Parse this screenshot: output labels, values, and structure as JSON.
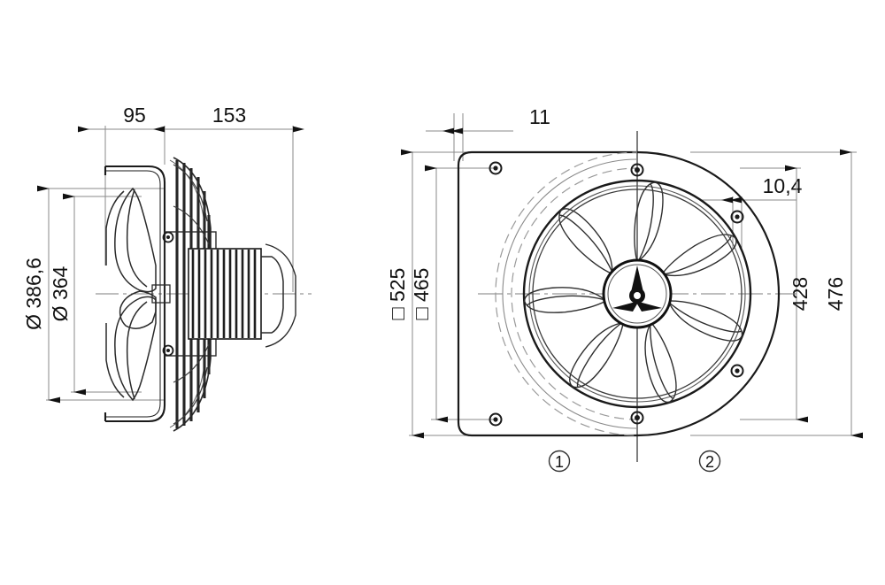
{
  "drawing": {
    "type": "technical-drawing",
    "title": "Axial fan wall-plate dimensional drawing",
    "units": "mm",
    "views": [
      {
        "name": "side-section-view",
        "position": "left"
      },
      {
        "name": "front-view",
        "position": "right"
      }
    ]
  },
  "side_view": {
    "dimensions": {
      "depth_front": {
        "value": "95",
        "orientation": "horizontal"
      },
      "depth_rear": {
        "value": "153",
        "orientation": "horizontal"
      },
      "impeller_outer": {
        "value": "Ø 386,6",
        "symbol": "diameter",
        "orientation": "vertical"
      },
      "impeller_inner": {
        "value": "Ø 364",
        "symbol": "diameter",
        "orientation": "vertical"
      }
    }
  },
  "front_view": {
    "dimensions": {
      "plate_thickness": {
        "value": "11",
        "orientation": "horizontal"
      },
      "bolt_hole": {
        "value": "10,4",
        "orientation": "horizontal"
      },
      "plate_square_outer": {
        "value": "525",
        "symbol": "square",
        "orientation": "vertical"
      },
      "plate_square_bolt_circle": {
        "value": "465",
        "symbol": "square",
        "orientation": "vertical"
      },
      "flange_bolt_circle": {
        "value": "428",
        "orientation": "vertical"
      },
      "flange_outer": {
        "value": "476",
        "orientation": "vertical"
      }
    }
  },
  "variant_markers": [
    {
      "label": "1",
      "side": "left",
      "description": "square-plate-variant"
    },
    {
      "label": "2",
      "side": "right",
      "description": "round-flange-variant"
    }
  ],
  "colors": {
    "line": "#1a1a1a",
    "thin_line": "#7a7a7a",
    "hidden_line": "#9a9a9a",
    "background": "#ffffff"
  }
}
